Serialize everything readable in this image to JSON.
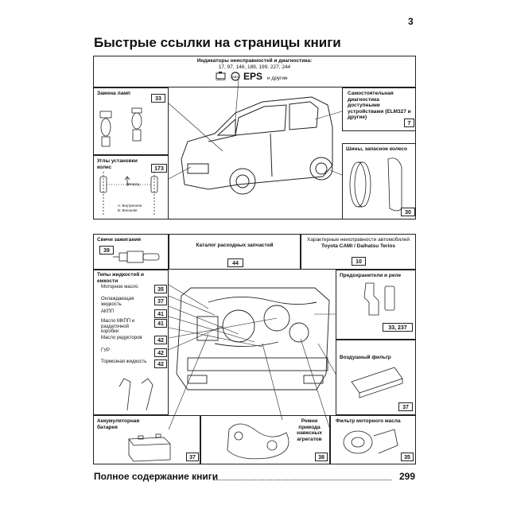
{
  "page_number": "3",
  "title": "Быстрые ссылки на страницы книги",
  "top": {
    "indicators_title": "Индикаторы неисправностей и диагностика:",
    "indicators_pages": "17, 97, 146, 189, 199, 227, 244",
    "indicators_icons": [
      "check-engine-icon",
      "abs-icon"
    ],
    "indicators_eps": "EPS",
    "indicators_other": "и другие",
    "lamp_title": "Замена ламп",
    "lamp_page": "33",
    "wheel_title": "Углы установки колес",
    "wheel_page": "173",
    "wheel_legend": {
      "forward": "Вперед",
      "a": "A: Внутренняя",
      "b": "B: Внешняя"
    },
    "selfdiag_title": "Самостоятельная диагностика доступными устройствами (ELM327 и другие)",
    "selfdiag_page": "7",
    "tires_title": "Шины, запасное колесо",
    "tires_page": "30"
  },
  "bottom": {
    "spark_title": "Свечи зажигания",
    "spark_page": "39",
    "catalog_title": "Каталог расходных запчастей",
    "catalog_page": "44",
    "faults_title": "Характерные неисправности автомобилей",
    "faults_models": "Toyota CAMI / Daihatsu Terios",
    "faults_page": "10",
    "fluids_title": "Типы жидкостей и емкости",
    "fluids": [
      {
        "label": "Моторное масло",
        "page": "35"
      },
      {
        "label": "Охлаждающая жидкость",
        "page": "37"
      },
      {
        "label": "АКПП",
        "page": "41"
      },
      {
        "label": "Масло МКПП и раздаточной коробки",
        "page": "41"
      },
      {
        "label": "Масло редукторов",
        "page": "42"
      },
      {
        "label": "ГУР",
        "page": "42"
      },
      {
        "label": "Тормозная жидкость",
        "page": "42"
      }
    ],
    "fuses_title": "Предохранители и реле",
    "fuses_page": "33, 237",
    "airfilter_title": "Воздушный фильтр",
    "airfilter_page": "37",
    "battery_title": "Аккумуляторная батарея",
    "battery_page": "37",
    "belts_title": "Ремни привода навесных агрегатов",
    "belts_page": "38",
    "oilfilter_title": "Фильтр моторного масла",
    "oilfilter_page": "35"
  },
  "footer": {
    "text": "Полное содержание книги",
    "page": "299"
  }
}
